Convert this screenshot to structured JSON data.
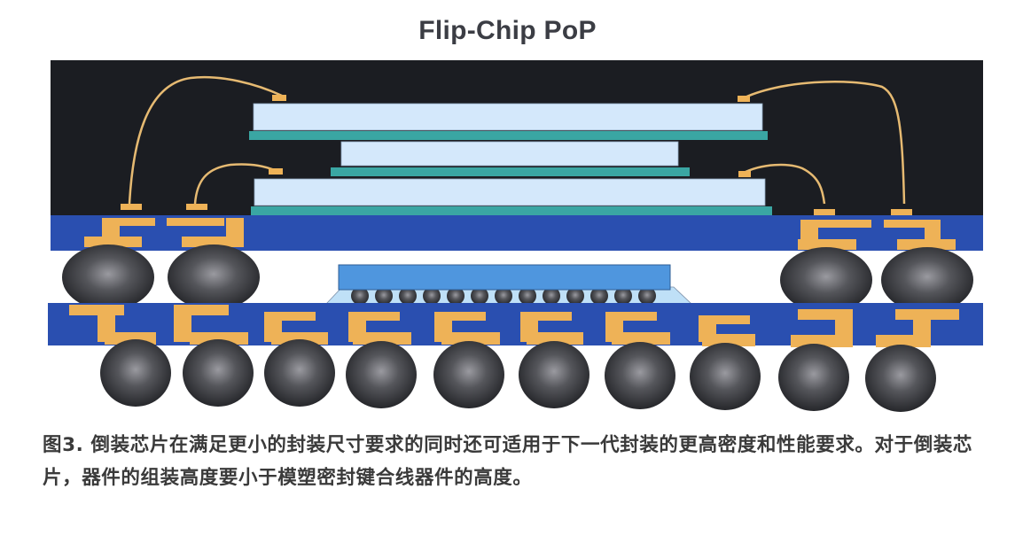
{
  "title": "Flip-Chip PoP",
  "caption": "图3. 倒装芯片在满足更小的封装尺寸要求的同时还可适用于下一代封装的更高密度和性能要求。对于倒装芯片，器件的组装高度要小于模塑密封键合线器件的高度。",
  "colors": {
    "mold_compound": "#1b1d22",
    "substrate_blue": "#2a4fb0",
    "die_light_blue": "#d4e8fb",
    "die_attach_teal": "#3aa6a3",
    "copper_pad": "#eeb257",
    "bond_wire": "#e6ba72",
    "flip_chip_die": "#4f96de",
    "underfill": "#bfe0f7",
    "solder_ball": "#3a3a3e",
    "caption_text": "#3a3a3a",
    "title_text": "#3b3d44"
  },
  "diagram": {
    "top_package": {
      "die_stack_count": 3,
      "bond_wires": 4,
      "solder_balls_between_packages": 4
    },
    "bottom_package": {
      "flip_chip_bumps": 13,
      "bga_balls": 10
    }
  }
}
